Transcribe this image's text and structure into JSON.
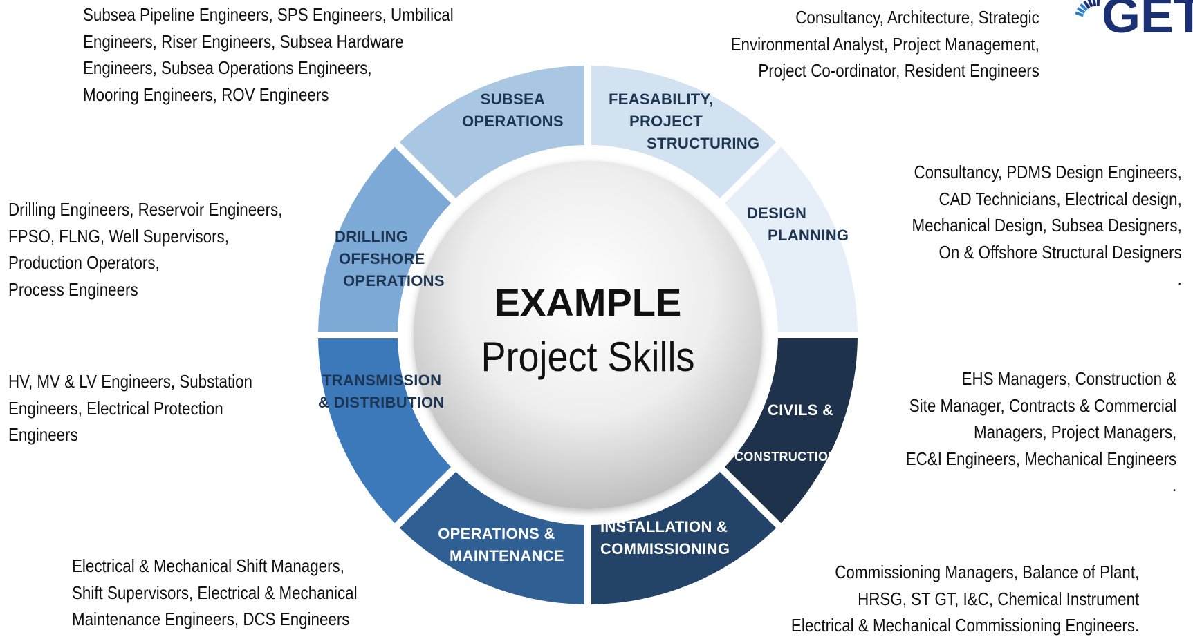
{
  "center": {
    "title": "EXAMPLE",
    "subtitle": "Project Skills"
  },
  "segments": [
    {
      "id": "subsea",
      "label_lines": [
        "SUBSEA",
        "OPERATIONS"
      ],
      "color": "#a9c6e2"
    },
    {
      "id": "feasibility",
      "label_lines": [
        "FEASABILITY,",
        "PROJECT",
        "STRUCTURING"
      ],
      "color": "#d3e2f1"
    },
    {
      "id": "design",
      "label_lines": [
        "DESIGN",
        "PLANNING"
      ],
      "color": "#e6eef8"
    },
    {
      "id": "civils",
      "label_lines": [
        "CIVILS &",
        "CONSTRUCTION"
      ],
      "color": "#1e324c"
    },
    {
      "id": "installation",
      "label_lines": [
        "INSTALLATION &",
        "COMMISSIONING"
      ],
      "color": "#234468"
    },
    {
      "id": "operations",
      "label_lines": [
        "OPERATIONS &",
        "MAINTENANCE"
      ],
      "color": "#2f5f93"
    },
    {
      "id": "transmission",
      "label_lines": [
        "TRANSMISSION",
        "& DISTRIBUTION"
      ],
      "color": "#3b79bb"
    },
    {
      "id": "drilling",
      "label_lines": [
        "DRILLING",
        "OFFSHORE",
        "OPERATIONS"
      ],
      "color": "#7ca9d5"
    }
  ],
  "descriptions": {
    "subsea": [
      "Subsea Pipeline Engineers, SPS Engineers, Umbilical",
      "Engineers, Riser Engineers, Subsea Hardware",
      "Engineers, Subsea Operations Engineers,",
      "Mooring Engineers, ROV Engineers"
    ],
    "feasibility": [
      "Consultancy, Architecture, Strategic",
      "Environmental Analyst, Project Management,",
      "Project Co-ordinator, Resident Engineers"
    ],
    "design": [
      "Consultancy, PDMS Design Engineers,",
      "CAD Technicians, Electrical design,",
      "Mechanical Design, Subsea Designers,",
      "On & Offshore Structural Designers",
      "."
    ],
    "drilling": [
      "Drilling Engineers, Reservoir Engineers,",
      "FPSO, FLNG, Well Supervisors,",
      "Production Operators,",
      "Process Engineers"
    ],
    "transmission": [
      "HV, MV & LV Engineers, Substation",
      "Engineers, Electrical Protection",
      "Engineers"
    ],
    "civils": [
      "EHS Managers, Construction &",
      "Site Manager, Contracts & Commercial",
      "Managers, Project Managers,",
      "EC&I Engineers, Mechanical Engineers",
      "."
    ],
    "operations": [
      "Electrical & Mechanical Shift Managers,",
      "Shift Supervisors, Electrical & Mechanical",
      "Maintenance Engineers, DCS Engineers"
    ],
    "installation": [
      "Commissioning Managers, Balance of Plant,",
      "HRSG, ST GT, I&C, Chemical Instrument",
      "Electrical & Mechanical Commissioning Engineers."
    ]
  },
  "logo": {
    "text": "GET",
    "color": "#1b2f73"
  }
}
